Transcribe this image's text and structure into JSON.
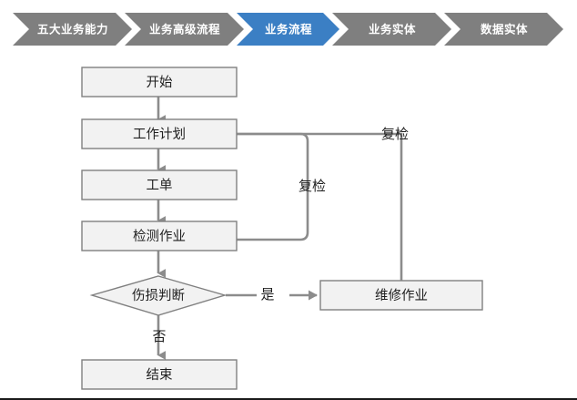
{
  "breadcrumb": {
    "active_color": "#3b7fc4",
    "inactive_color": "#7f7f7f",
    "items": [
      {
        "label": "五大业务能力",
        "active": false
      },
      {
        "label": "业务高级流程",
        "active": false
      },
      {
        "label": "业务流程",
        "active": true
      },
      {
        "label": "业务实体",
        "active": false
      },
      {
        "label": "数据实体",
        "active": false
      }
    ]
  },
  "flowchart": {
    "node_fill": "#f2f2f2",
    "node_stroke": "#808080",
    "connector_color": "#8c8c8c",
    "nodes": [
      {
        "id": "start",
        "label": "开始",
        "shape": "rect"
      },
      {
        "id": "plan",
        "label": "工作计划",
        "shape": "rect"
      },
      {
        "id": "workorder",
        "label": "工单",
        "shape": "rect"
      },
      {
        "id": "inspect",
        "label": "检测作业",
        "shape": "rect"
      },
      {
        "id": "decision",
        "label": "伤损判断",
        "shape": "diamond"
      },
      {
        "id": "repair",
        "label": "维修作业",
        "shape": "rect"
      },
      {
        "id": "end",
        "label": "结束",
        "shape": "rect"
      }
    ],
    "edge_labels": {
      "recheck_inner": "复检",
      "recheck_outer": "复检",
      "yes": "是",
      "no": "否"
    }
  }
}
